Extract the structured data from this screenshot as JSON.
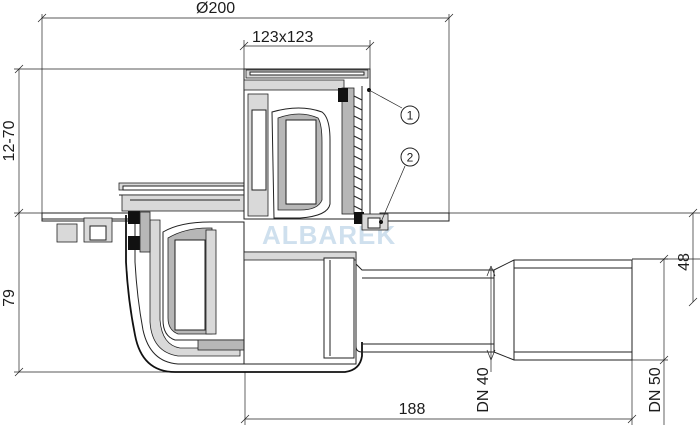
{
  "dimensions": {
    "diameter": "Ø200",
    "grate": "123x123",
    "height_adjust": "12-70",
    "height": "79",
    "outlet_height": "48",
    "length": "188",
    "dn_inner": "DN 40",
    "dn_outer": "DN 50"
  },
  "callouts": [
    "1",
    "2"
  ],
  "watermark": "ALBAREK"
}
